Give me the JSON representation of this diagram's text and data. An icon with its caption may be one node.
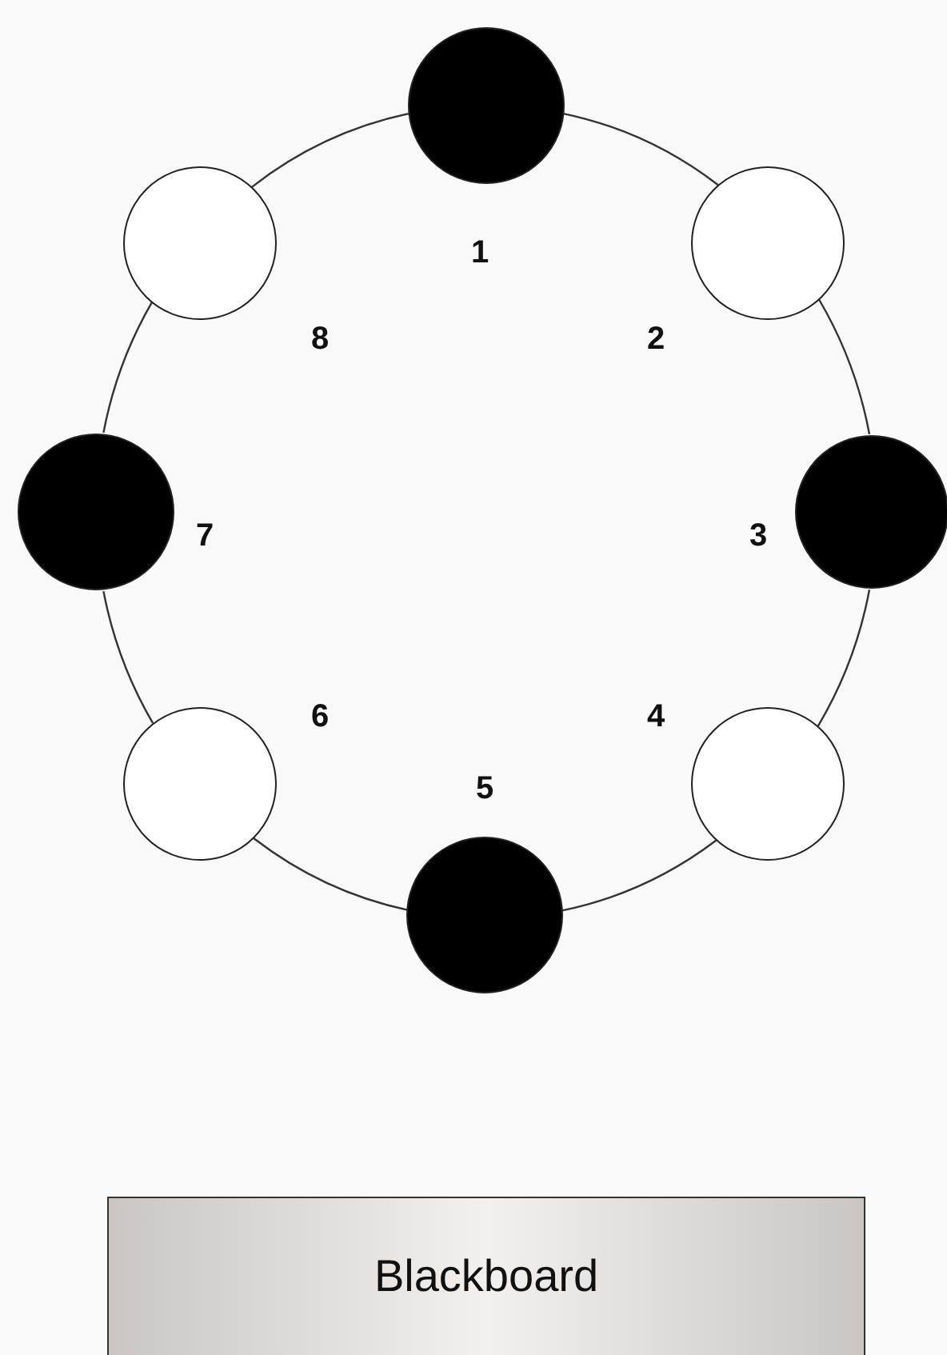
{
  "diagram": {
    "nodes": [
      {
        "text": [],
        "shape": "circle",
        "beside": [
          "1"
        ]
      },
      {
        "text": [],
        "shape": "circle",
        "beside": [
          "2"
        ]
      },
      {
        "text": [],
        "shape": "circle",
        "beside": [
          "3"
        ]
      },
      {
        "text": [],
        "shape": "circle",
        "beside": [
          "4"
        ]
      },
      {
        "text": [],
        "shape": "circle",
        "beside": [
          "5"
        ]
      },
      {
        "text": [],
        "shape": "circle",
        "beside": [
          "6"
        ]
      },
      {
        "text": [],
        "shape": "circle",
        "beside": [
          "7"
        ]
      },
      {
        "text": [],
        "shape": "circle",
        "beside": [
          "8"
        ]
      },
      {
        "text": [
          "Blackboard"
        ]
      }
    ],
    "edges": [
      {
        "from": 0,
        "to": 1,
        "arrow": "none"
      },
      {
        "from": 1,
        "to": 2,
        "arrow": "none"
      },
      {
        "from": 2,
        "to": 3,
        "arrow": "none"
      },
      {
        "from": 3,
        "to": 4,
        "arrow": "none"
      },
      {
        "from": 4,
        "to": 5,
        "arrow": "none"
      },
      {
        "from": 5,
        "to": 6,
        "arrow": "none"
      },
      {
        "from": 6,
        "to": 7,
        "arrow": "none"
      },
      {
        "from": 7,
        "to": 0,
        "arrow": "none"
      }
    ]
  }
}
